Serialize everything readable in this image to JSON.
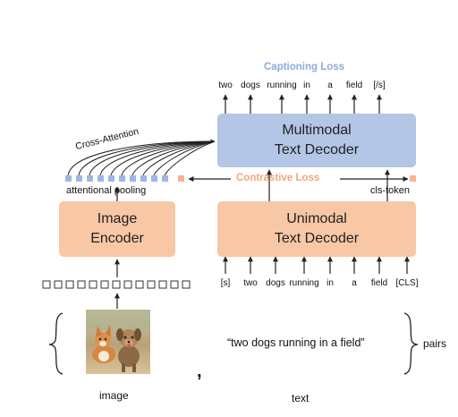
{
  "captioning_loss": "Captioning Loss",
  "contrastive_loss": "Contrastive Loss",
  "cross_attention": "Cross-Attention",
  "attentional_pooling": "attentional pooling",
  "cls_token": "cls-token",
  "multimodal_decoder": {
    "line1": "Multimodal",
    "line2": "Text Decoder"
  },
  "unimodal_decoder": {
    "line1": "Unimodal",
    "line2": "Text Decoder"
  },
  "image_encoder": {
    "line1": "Image",
    "line2": "Encoder"
  },
  "output_tokens": [
    "two",
    "dogs",
    "running",
    "in",
    "a",
    "field",
    "[/s]"
  ],
  "input_tokens": [
    "[s]",
    "two",
    "dogs",
    "running",
    "in",
    "a",
    "field",
    "[CLS]"
  ],
  "caption_text": "“two dogs running in a field”",
  "pairs_label": "pairs",
  "image_label": "image",
  "text_label": "text",
  "comma": ",",
  "colors": {
    "orange_box": "#f7c7a6",
    "blue_box": "#b3c6e6",
    "captioning_loss": "#8fa9d9",
    "contrastive_loss": "#f2a67a",
    "pool_square_blue": "#9fb6e0",
    "pool_square_orange": "#f5b58c"
  }
}
